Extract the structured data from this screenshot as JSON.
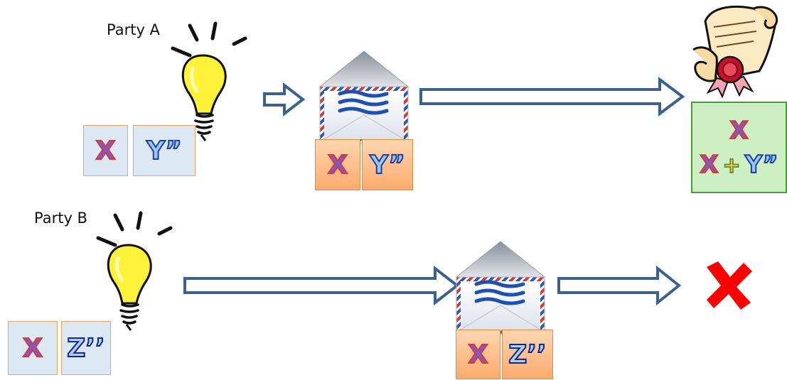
{
  "party_a": {
    "label": "Party A",
    "msg_left": "X",
    "msg_right": "Y”",
    "env_left": "X",
    "env_right": "Y”"
  },
  "result": {
    "line1": "X",
    "line2_left": "X",
    "line2_plus": "+",
    "line2_right": "Y”"
  },
  "party_b": {
    "label": "Party B",
    "msg_left": "X",
    "msg_right": "Z’’",
    "env_left": "X",
    "env_right": "Z’’"
  },
  "colors": {
    "arrow": "#3a6190",
    "rejection": "#ff0000",
    "result_fill": "#ccf0c4"
  },
  "icons": [
    "lightbulb-icon",
    "envelope-icon",
    "certificate-scroll-icon",
    "rejection-x-icon"
  ]
}
